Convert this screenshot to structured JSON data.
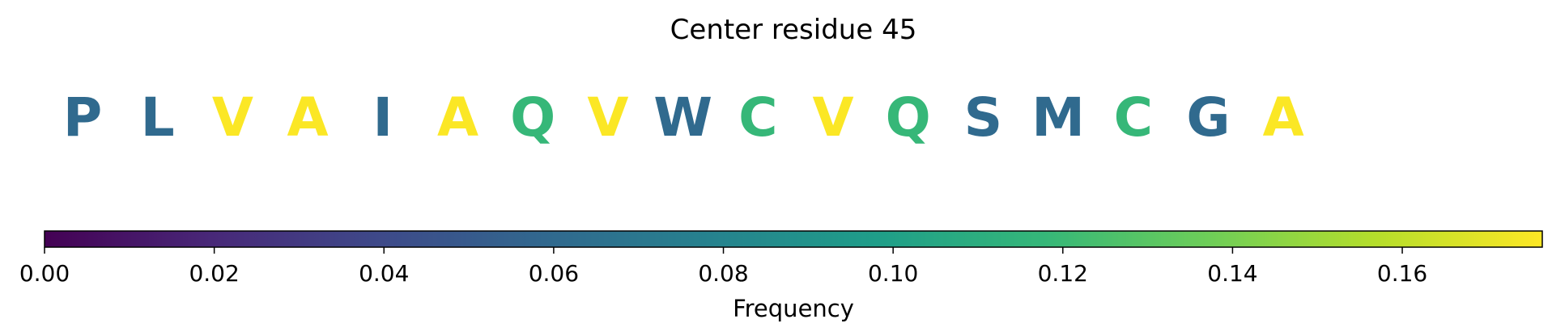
{
  "chart_data": {
    "type": "sequence-logo",
    "title": "Center residue 45",
    "residues": [
      {
        "letter": "P",
        "frequency": 0.06
      },
      {
        "letter": "L",
        "frequency": 0.06
      },
      {
        "letter": "V",
        "frequency": 0.176
      },
      {
        "letter": "A",
        "frequency": 0.176
      },
      {
        "letter": "I",
        "frequency": 0.06
      },
      {
        "letter": "A",
        "frequency": 0.176
      },
      {
        "letter": "Q",
        "frequency": 0.118
      },
      {
        "letter": "V",
        "frequency": 0.176
      },
      {
        "letter": "W",
        "frequency": 0.06
      },
      {
        "letter": "C",
        "frequency": 0.118
      },
      {
        "letter": "V",
        "frequency": 0.176
      },
      {
        "letter": "Q",
        "frequency": 0.118
      },
      {
        "letter": "S",
        "frequency": 0.06
      },
      {
        "letter": "M",
        "frequency": 0.06
      },
      {
        "letter": "C",
        "frequency": 0.118
      },
      {
        "letter": "G",
        "frequency": 0.06
      },
      {
        "letter": "A",
        "frequency": 0.176
      }
    ],
    "colorbar": {
      "label": "Frequency",
      "colormap": "viridis",
      "range": [
        0,
        0.1765
      ],
      "ticks": [
        0.0,
        0.02,
        0.04,
        0.06,
        0.08,
        0.1,
        0.12,
        0.14,
        0.16
      ],
      "tick_labels": [
        "0.00",
        "0.02",
        "0.04",
        "0.06",
        "0.08",
        "0.10",
        "0.12",
        "0.14",
        "0.16"
      ]
    },
    "colormap_stops": [
      "#440154",
      "#482878",
      "#3e4989",
      "#31688e",
      "#26828e",
      "#1f9e89",
      "#35b779",
      "#6ece58",
      "#b5de2b",
      "#fde725"
    ]
  }
}
